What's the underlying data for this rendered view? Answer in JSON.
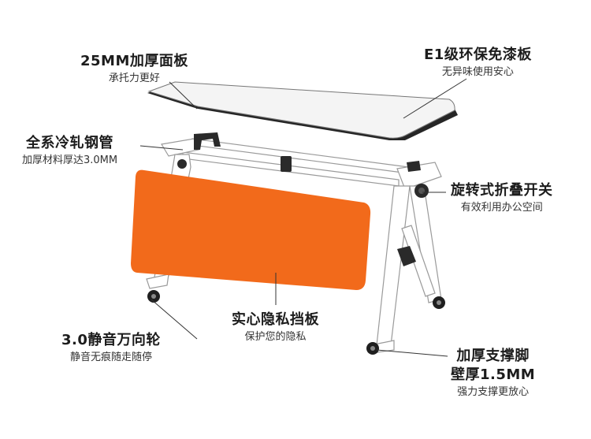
{
  "callouts": {
    "panel_thickness": {
      "title": "25MM加厚面板",
      "subtitle": "承托力更好"
    },
    "eco_board": {
      "title": "E1级环保免漆板",
      "subtitle": "无异味使用安心"
    },
    "steel_tube": {
      "title": "全系冷轧钢管",
      "subtitle": "加厚材料厚达3.0MM"
    },
    "fold_switch": {
      "title": "旋转式折叠开关",
      "subtitle": "有效利用办公空间"
    },
    "privacy_panel": {
      "title": "实心隐私挡板",
      "subtitle": "保护您的隐私"
    },
    "casters": {
      "title": "3.0静音万向轮",
      "subtitle": "静音无痕随走随停"
    },
    "support_leg": {
      "title": "加厚支撑脚",
      "title2": "壁厚1.5MM",
      "subtitle": "强力支撑更放心"
    }
  },
  "colors": {
    "modesty_panel": "#f26a1b",
    "tabletop": "#f4f4f4",
    "frame": "#ffffff",
    "frame_outline": "#9a9a9a",
    "hardware": "#2a2a2a"
  }
}
